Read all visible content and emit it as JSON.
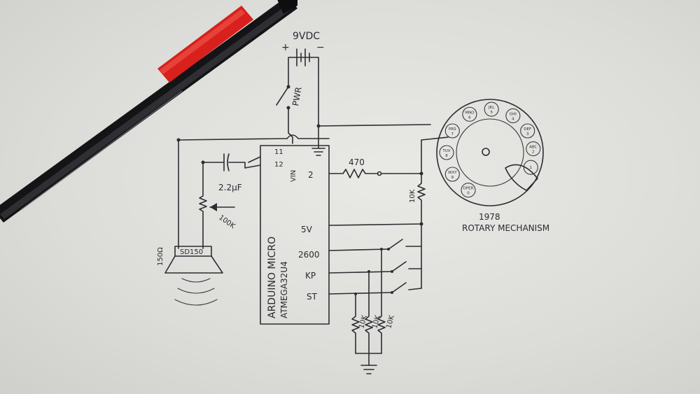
{
  "labels": {
    "supply": "9VDC",
    "plus": "+",
    "minus": "−",
    "pwr": "PWR",
    "pin11": "11",
    "pin12": "12",
    "vin": "VIN",
    "pin2": "2",
    "r470": "470",
    "cap": "2.2µF",
    "pot": "100K",
    "r10k_dial": "10K",
    "pin5v": "5V",
    "pin2600": "2600",
    "pinkp": "KP",
    "pinst": "ST",
    "r10k_a": "10K",
    "r10k_b": "10K",
    "r10k_c": "10K",
    "board": "ARDUINO MICRO",
    "chip": "ATMEGA32U4",
    "speaker": "SD150",
    "ohms": "150Ω",
    "dial_year": "1978",
    "dial_name": "ROTARY MECHANISM"
  },
  "dial_holes": [
    {
      "n": "1",
      "t": ""
    },
    {
      "n": "2",
      "t": "ABC"
    },
    {
      "n": "3",
      "t": "DEF"
    },
    {
      "n": "4",
      "t": "GHI"
    },
    {
      "n": "5",
      "t": "JKL"
    },
    {
      "n": "6",
      "t": "MNO"
    },
    {
      "n": "7",
      "t": "PRS"
    },
    {
      "n": "8",
      "t": "TUV"
    },
    {
      "n": "9",
      "t": "WXY"
    },
    {
      "n": "0",
      "t": "OPER"
    }
  ]
}
